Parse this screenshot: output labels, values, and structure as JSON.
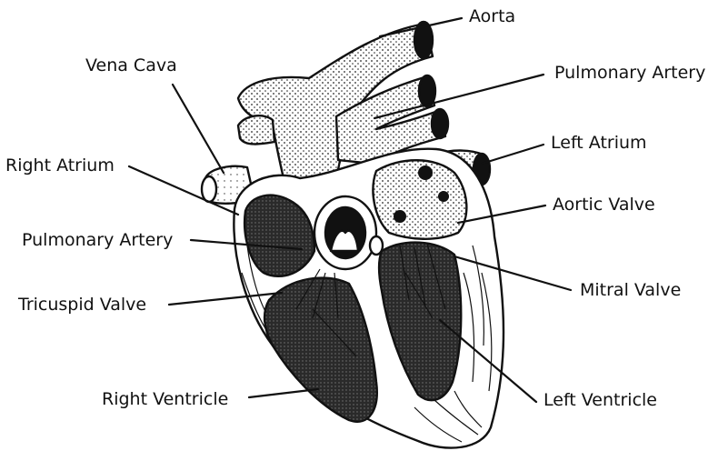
{
  "labels": {
    "aorta": "Aorta",
    "vena_cava": "Vena Cava",
    "pulmonary_artery_upper": "Pulmonary Artery",
    "left_atrium": "Left Atrium",
    "right_atrium": "Right Atrium",
    "aortic_valve": "Aortic Valve",
    "pulmonary_artery_lower": "Pulmonary Artery",
    "mitral_valve": "Mitral Valve",
    "tricuspid_valve": "Tricuspid Valve",
    "right_ventricle": "Right Ventricle",
    "left_ventricle": "Left Ventricle"
  },
  "colors": {
    "ink": "#111111",
    "chamber_dark": "#1a1a1a",
    "chamber_stipple": "#5a5a5a",
    "wall_light": "#ffffff",
    "background": "#ffffff"
  }
}
